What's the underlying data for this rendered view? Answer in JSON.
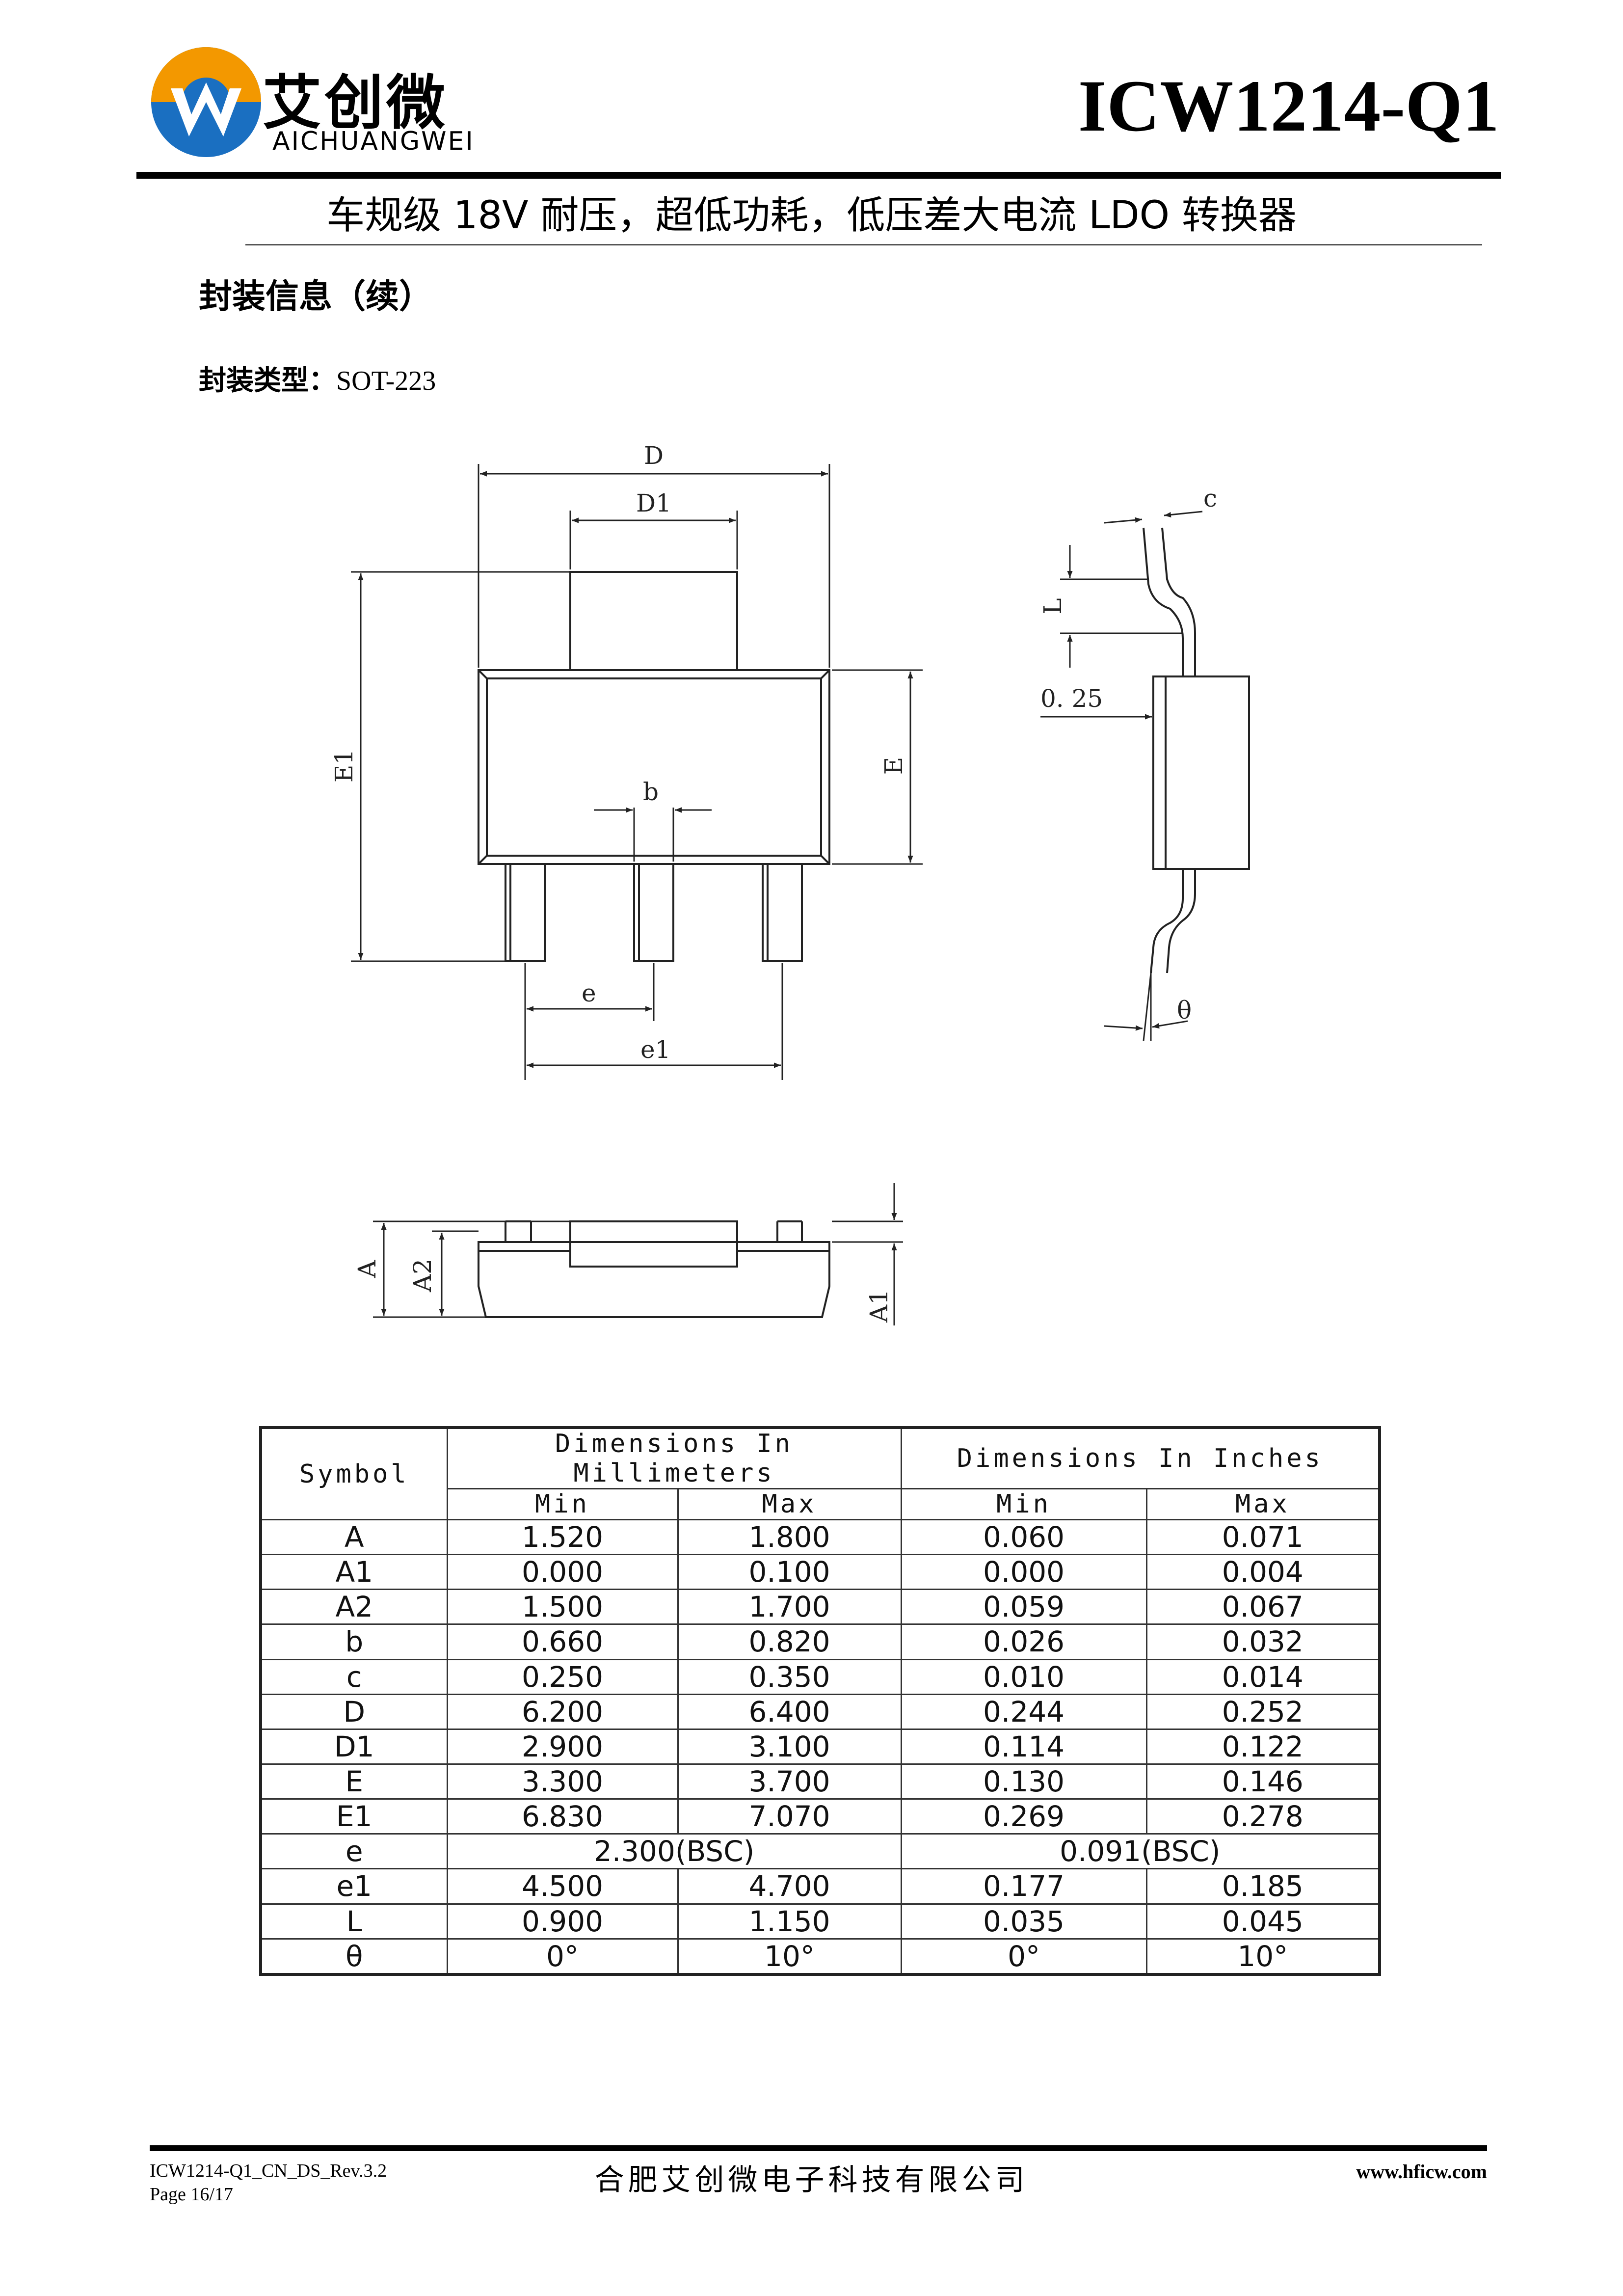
{
  "header": {
    "logo_cn": "艾创微",
    "logo_en": "AICHUANGWEI",
    "part_number": "ICW1214-Q1",
    "subtitle": "车规级 18V 耐压，超低功耗，低压差大电流 LDO 转换器"
  },
  "section": {
    "title": "封装信息（续）",
    "package_label": "封装类型：",
    "package_value": "SOT-223"
  },
  "drawing_labels": {
    "D": "D",
    "D1": "D1",
    "E1": "E1",
    "E": "E",
    "b": "b",
    "e": "e",
    "e1": "e1",
    "c": "c",
    "L": "L",
    "gap": "0. 25",
    "theta": "θ",
    "A": "A",
    "A2": "A2",
    "A1": "A1"
  },
  "table": {
    "symbol_header": "Symbol",
    "mm_header": "Dimensions In Millimeters",
    "in_header": "Dimensions In Inches",
    "min_label": "Min",
    "max_label": "Max",
    "rows": [
      {
        "symbol": "A",
        "mm_min": "1.520",
        "mm_max": "1.800",
        "in_min": "0.060",
        "in_max": "0.071"
      },
      {
        "symbol": "A1",
        "mm_min": "0.000",
        "mm_max": "0.100",
        "in_min": "0.000",
        "in_max": "0.004"
      },
      {
        "symbol": "A2",
        "mm_min": "1.500",
        "mm_max": "1.700",
        "in_min": "0.059",
        "in_max": "0.067"
      },
      {
        "symbol": "b",
        "mm_min": "0.660",
        "mm_max": "0.820",
        "in_min": "0.026",
        "in_max": "0.032"
      },
      {
        "symbol": "c",
        "mm_min": "0.250",
        "mm_max": "0.350",
        "in_min": "0.010",
        "in_max": "0.014"
      },
      {
        "symbol": "D",
        "mm_min": "6.200",
        "mm_max": "6.400",
        "in_min": "0.244",
        "in_max": "0.252"
      },
      {
        "symbol": "D1",
        "mm_min": "2.900",
        "mm_max": "3.100",
        "in_min": "0.114",
        "in_max": "0.122"
      },
      {
        "symbol": "E",
        "mm_min": "3.300",
        "mm_max": "3.700",
        "in_min": "0.130",
        "in_max": "0.146"
      },
      {
        "symbol": "E1",
        "mm_min": "6.830",
        "mm_max": "7.070",
        "in_min": "0.269",
        "in_max": "0.278"
      },
      {
        "symbol": "e",
        "mm_bsc": "2.300(BSC)",
        "in_bsc": "0.091(BSC)"
      },
      {
        "symbol": "e1",
        "mm_min": "4.500",
        "mm_max": "4.700",
        "in_min": "0.177",
        "in_max": "0.185"
      },
      {
        "symbol": "L",
        "mm_min": "0.900",
        "mm_max": "1.150",
        "in_min": "0.035",
        "in_max": "0.045"
      },
      {
        "symbol": "θ",
        "mm_min": "0°",
        "mm_max": "10°",
        "in_min": "0°",
        "in_max": "10°"
      }
    ]
  },
  "footer": {
    "doc_id": "ICW1214-Q1_CN_DS_Rev.3.2",
    "page": "Page 16/17",
    "company": "合肥艾创微电子科技有限公司",
    "website": "www.hficw.com"
  },
  "colors": {
    "logo_orange": "#f39800",
    "logo_blue": "#1a6fc1"
  }
}
